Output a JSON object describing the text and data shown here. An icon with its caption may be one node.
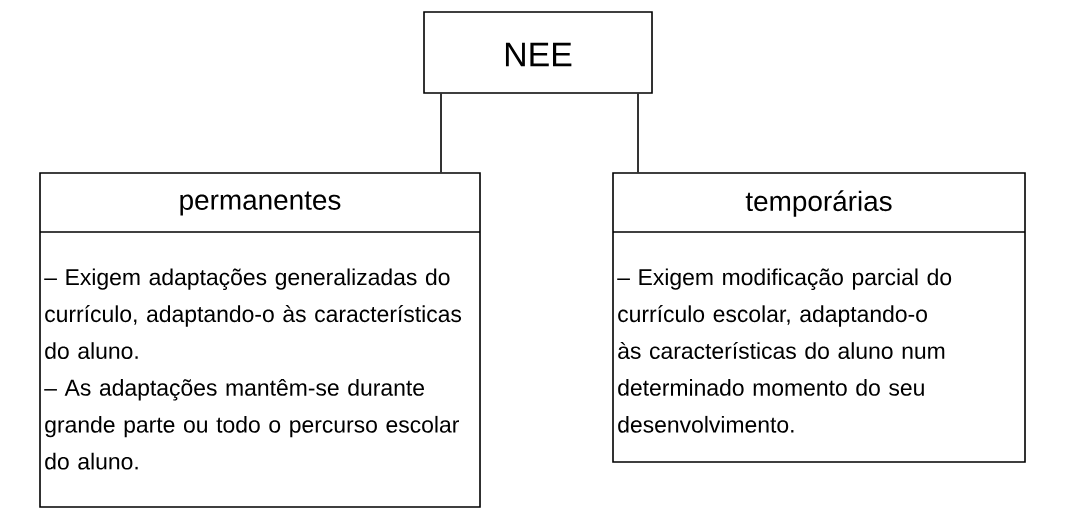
{
  "diagram": {
    "nodes": [
      {
        "text": [
          "NEE"
        ]
      },
      {
        "text": [
          "permanentes",
          "– Exigem adaptações generalizadas do currículo, adaptando-o às características do aluno.",
          "– As adaptações mantêm-se durante grande parte ou todo o percurso escolar do aluno."
        ]
      },
      {
        "text": [
          "temporárias",
          "– Exigem modificação parcial do currículo escolar, adaptando-o às características do aluno num determinado momento do seu desenvolvimento."
        ]
      }
    ],
    "edges": [
      {
        "from": 0,
        "to": 1,
        "arrow": "none"
      },
      {
        "from": 0,
        "to": 2,
        "arrow": "none"
      }
    ]
  }
}
